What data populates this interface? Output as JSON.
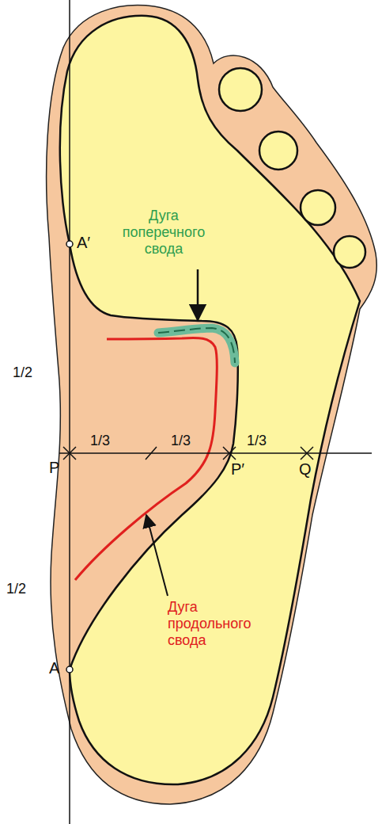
{
  "diagram": {
    "labels": [
      "Дуга поперечного свода",
      "A′",
      "1/2",
      "1/3",
      "1/3",
      "1/3",
      "P",
      "P′",
      "Q",
      "1/2",
      "Дуга продольного свода",
      "A"
    ]
  }
}
